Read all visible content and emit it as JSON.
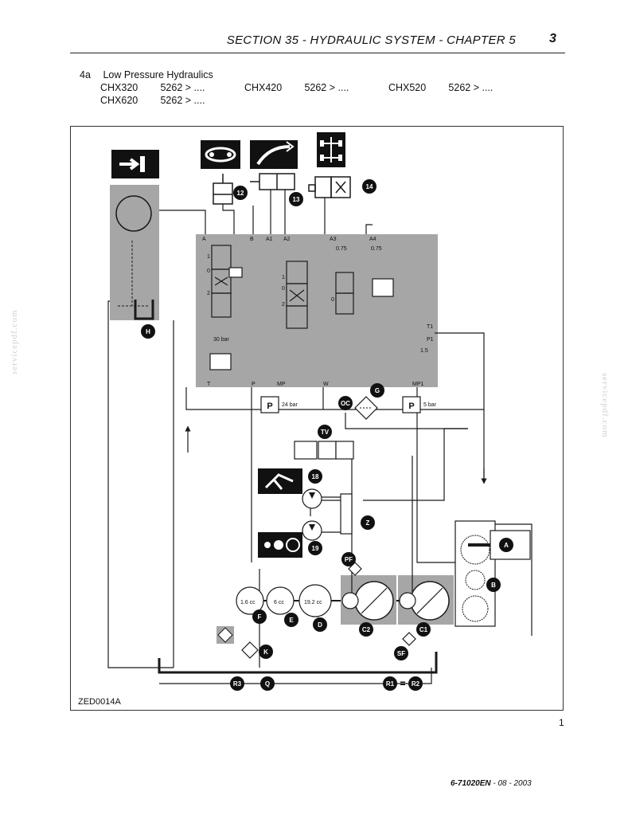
{
  "header": {
    "title": "SECTION 35 - HYDRAULIC SYSTEM - CHAPTER 5",
    "page_number": "3"
  },
  "intro": {
    "item": "4a",
    "heading": "Low Pressure Hydraulics",
    "models": [
      {
        "model": "CHX320",
        "serial": "5262  >  ...."
      },
      {
        "model": "CHX420",
        "serial": "5262  >  ...."
      },
      {
        "model": "CHX520",
        "serial": "5262  >  ...."
      },
      {
        "model": "CHX620",
        "serial": "5262  >  ...."
      }
    ]
  },
  "diagram": {
    "ref_code": "ZED0014A",
    "callouts": {
      "c12": "12",
      "c13": "13",
      "c14": "14",
      "H": "H",
      "G": "G",
      "OC": "OC",
      "TV": "TV",
      "c18": "18",
      "c19": "19",
      "Z": "Z",
      "A": "A",
      "B": "B",
      "PF": "PF",
      "F": "F",
      "E": "E",
      "D": "D",
      "C2": "C2",
      "C1": "C1",
      "K": "K",
      "SF": "SF",
      "R3": "R3",
      "Q": "Q",
      "R1": "R1",
      "R2": "R2",
      "eq": "="
    },
    "ports": {
      "A": "A",
      "B": "B",
      "A1": "A1",
      "A2": "A2",
      "A3": "A3",
      "A4": "A4",
      "T": "T",
      "P": "P",
      "MP": "MP",
      "W": "W",
      "MP1": "MP1",
      "T1": "T1",
      "P1": "P1",
      "n1": "1",
      "n0": "0",
      "n2": "2",
      "n1b": "1",
      "n0b": "0",
      "n2b": "2",
      "n0c": "0"
    },
    "labels": {
      "restr_a3": "0.75",
      "restr_a4": "0.75",
      "bar30": "30 bar",
      "val15": "1.5",
      "p_left": "P",
      "bar24": "24 bar",
      "p_right": "P",
      "bar5": "5 bar",
      "pump_f": "1.6 cc",
      "pump_e": "6 cc",
      "pump_d": "19.2 cc"
    }
  },
  "figure_number": "1",
  "footer": {
    "doc": "6-71020EN",
    "date": " - 08 - 2003"
  },
  "watermark": "servicepdf.com",
  "colors": {
    "grey_block": "#a6a6a6",
    "line": "#1a1a1a"
  }
}
